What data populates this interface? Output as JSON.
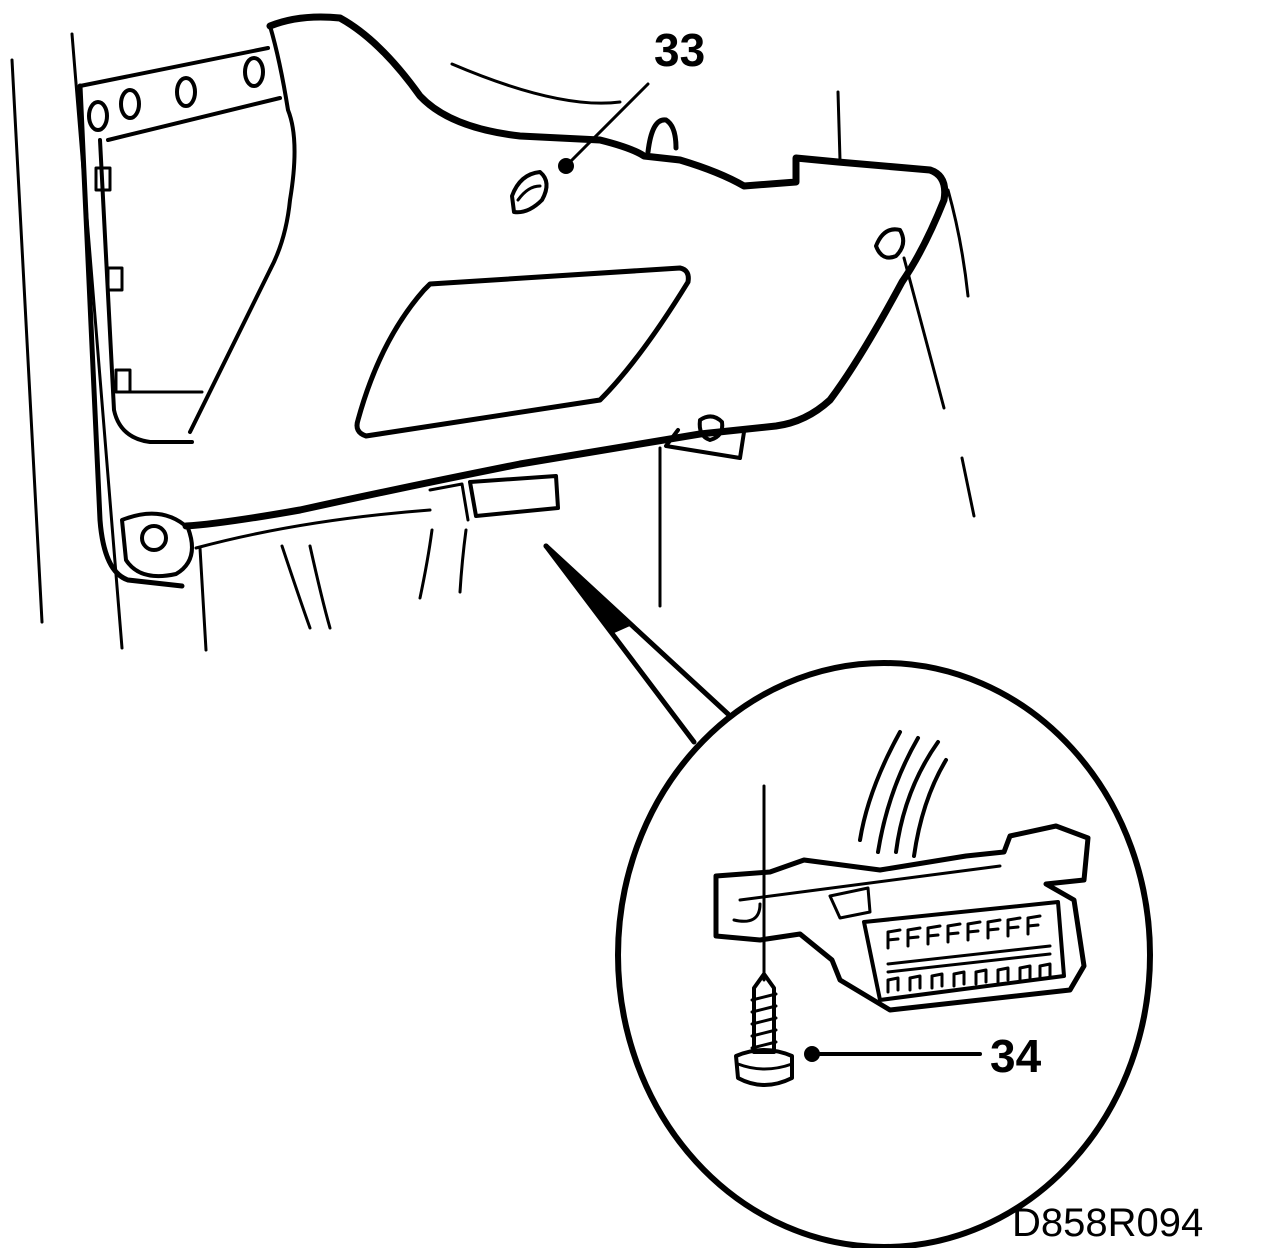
{
  "callouts": {
    "panel_label": "33",
    "screw_label": "34"
  },
  "drawing_reference": "D858R094",
  "colors": {
    "line": "#000000",
    "background": "#ffffff"
  }
}
